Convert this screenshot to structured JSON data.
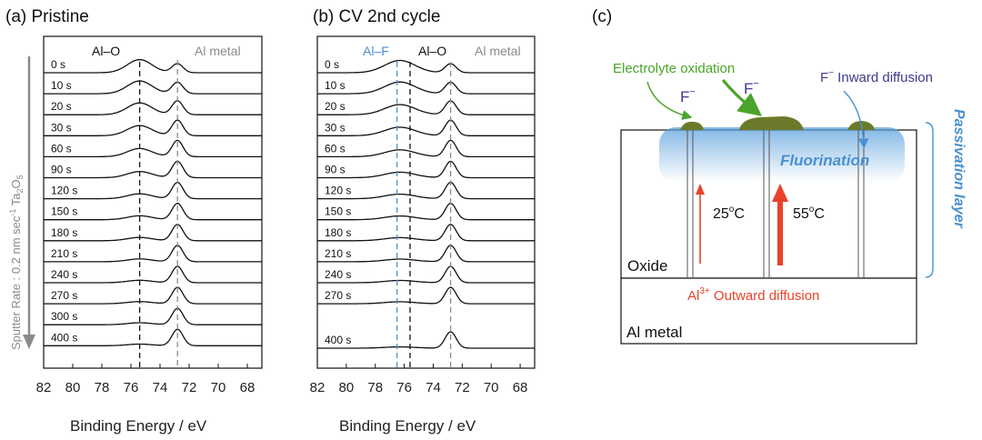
{
  "panel_a": {
    "title": "(a) Pristine",
    "xlabel": "Binding Energy / eV",
    "ylabel": "Sputter Rate : 0.2 nm sec",
    "ylabel_sup": "-1",
    "ylabel_tail": " Ta",
    "ylabel_sub1": "2",
    "ylabel_o": "O",
    "ylabel_sub2": "5",
    "peak_alo": "Al–O",
    "peak_al": "Al metal"
  },
  "panel_b": {
    "title": "(b) CV 2nd cycle",
    "xlabel": "Binding Energy / eV",
    "peak_alf": "Al–F",
    "peak_alo": "Al–O",
    "peak_al": "Al metal"
  },
  "panel_c": {
    "title": "(c)",
    "electrolyte": "Electrolyte oxidation",
    "f1": "F",
    "f2": "F",
    "f_sup": "−",
    "inward": "F",
    "inward_tail": " Inward diffusion",
    "fluorination": "Fluorination",
    "t25": "25",
    "t55": "55",
    "deg": "o",
    "degC": "C",
    "oxide": "Oxide",
    "al3": "Al",
    "al3_sup": "3+",
    "outward": " Outward diffusion",
    "almetal": "Al metal",
    "passivation": "Passivation layer"
  },
  "colors": {
    "green": "#4aa52a",
    "blue": "#4a90d0",
    "purple": "#3c3a8c",
    "red": "#e8432a",
    "gray": "#8a8a8a",
    "deposit": "#6b7a2a"
  },
  "chart_data": [
    {
      "type": "line",
      "title": "(a) Pristine",
      "xlabel": "Binding Energy / eV",
      "ylabel": "Sputter Rate : 0.2 nm sec-1 Ta2O5",
      "xlim": [
        82,
        67
      ],
      "x_ticks": [
        82,
        80,
        78,
        76,
        74,
        72,
        70,
        68
      ],
      "reference_lines": [
        {
          "label": "Al–O",
          "x": 75.4,
          "style": "dashed",
          "color": "#111111"
        },
        {
          "label": "Al metal",
          "x": 72.8,
          "style": "dashed",
          "color": "#8a8a8a"
        }
      ],
      "series": [
        {
          "name": "0 s",
          "alo_amp": 0.8,
          "al_amp": 0.55
        },
        {
          "name": "10 s",
          "alo_amp": 0.78,
          "al_amp": 0.7
        },
        {
          "name": "20 s",
          "alo_amp": 0.72,
          "al_amp": 0.85
        },
        {
          "name": "30 s",
          "alo_amp": 0.62,
          "al_amp": 0.95
        },
        {
          "name": "60 s",
          "alo_amp": 0.5,
          "al_amp": 1.0
        },
        {
          "name": "90 s",
          "alo_amp": 0.38,
          "al_amp": 1.0
        },
        {
          "name": "120 s",
          "alo_amp": 0.3,
          "al_amp": 1.0
        },
        {
          "name": "150 s",
          "alo_amp": 0.24,
          "al_amp": 1.0
        },
        {
          "name": "180 s",
          "alo_amp": 0.2,
          "al_amp": 1.0
        },
        {
          "name": "210 s",
          "alo_amp": 0.17,
          "al_amp": 1.0
        },
        {
          "name": "240 s",
          "alo_amp": 0.15,
          "al_amp": 1.0
        },
        {
          "name": "270 s",
          "alo_amp": 0.13,
          "al_amp": 1.0
        },
        {
          "name": "300 s",
          "alo_amp": 0.12,
          "al_amp": 1.0
        },
        {
          "name": "400 s",
          "alo_amp": 0.1,
          "al_amp": 1.0
        }
      ]
    },
    {
      "type": "line",
      "title": "(b) CV 2nd cycle",
      "xlabel": "Binding Energy / eV",
      "xlim": [
        82,
        67
      ],
      "x_ticks": [
        82,
        80,
        78,
        76,
        74,
        72,
        70,
        68
      ],
      "reference_lines": [
        {
          "label": "Al–F",
          "x": 76.5,
          "style": "dashed",
          "color": "#4a90d0"
        },
        {
          "label": "Al–O",
          "x": 75.6,
          "style": "dashed",
          "color": "#111111"
        },
        {
          "label": "Al metal",
          "x": 72.8,
          "style": "dashed",
          "color": "#8a8a8a"
        }
      ],
      "series": [
        {
          "name": "0 s",
          "alf_amp": 0.75,
          "al_amp": 0.55
        },
        {
          "name": "10 s",
          "alf_amp": 0.72,
          "al_amp": 0.7
        },
        {
          "name": "20 s",
          "alf_amp": 0.62,
          "al_amp": 0.85
        },
        {
          "name": "30 s",
          "alf_amp": 0.52,
          "al_amp": 0.95
        },
        {
          "name": "60 s",
          "alf_amp": 0.42,
          "al_amp": 1.0
        },
        {
          "name": "90 s",
          "alf_amp": 0.34,
          "al_amp": 1.0
        },
        {
          "name": "120 s",
          "alf_amp": 0.28,
          "al_amp": 1.0
        },
        {
          "name": "150 s",
          "alf_amp": 0.23,
          "al_amp": 1.0
        },
        {
          "name": "180 s",
          "alf_amp": 0.19,
          "al_amp": 1.0
        },
        {
          "name": "210 s",
          "alf_amp": 0.16,
          "al_amp": 1.0
        },
        {
          "name": "240 s",
          "alf_amp": 0.14,
          "al_amp": 1.0
        },
        {
          "name": "270 s",
          "alf_amp": 0.12,
          "al_amp": 1.0
        },
        {
          "name": "400 s",
          "alf_amp": 0.08,
          "al_amp": 1.0
        }
      ]
    }
  ]
}
